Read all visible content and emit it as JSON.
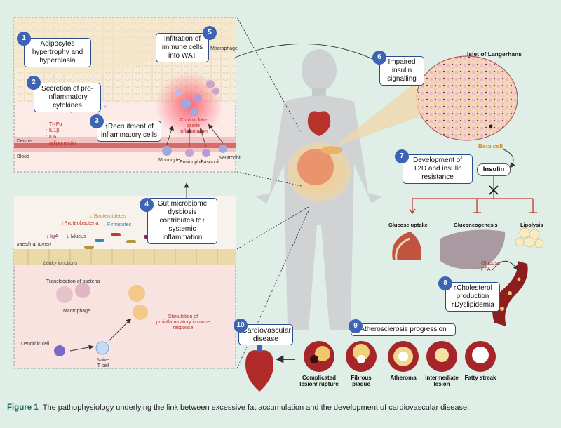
{
  "steps": {
    "s1": {
      "num": "1",
      "text": "Adipocytes hypertrophy and hyperplasia"
    },
    "s2": {
      "num": "2",
      "text": "Secretion of pro-inflammatory cytokines"
    },
    "s3": {
      "num": "3",
      "text": "↑Recruitment of inflammatory cells"
    },
    "s4": {
      "num": "4",
      "text": "Gut microbiome dysbiosis contributes to↑ systemic inflammation"
    },
    "s5": {
      "num": "5",
      "text": "Infitration of immune cells into WAT"
    },
    "s6": {
      "num": "6",
      "text": "Impaired insulin signalling"
    },
    "s7": {
      "num": "7",
      "text": "Development of T2D and insulin resistance"
    },
    "s8": {
      "num": "8",
      "text": "↑Cholesterol production ↑Dyslipidemia"
    },
    "s9": {
      "num": "9",
      "text": "Atherosclerosis progression"
    },
    "s10": {
      "num": "10",
      "text": "Cardiovascular disease"
    }
  },
  "wat_panel": {
    "cytokines": [
      "↑ TNFα",
      "↑ IL1β",
      "↑ IL6",
      "↓ adiponectin"
    ],
    "dermis": "Dermis",
    "blood": "Blood",
    "macrophage": "Macrophage",
    "inflammation": "Chronic low-grade inflammation",
    "monocyte": "Monocyte",
    "eosinophil": "Eosinophil",
    "basophil": "Basophil",
    "neutrophil": "Neutrophil"
  },
  "gut_panel": {
    "bacteroidetes": "↓ Bacteroidetes",
    "proteobacteria": "↑Proteobacteria",
    "firmicutes": "↓ Firmicutes",
    "iga": "↓ IgA",
    "mucus": "↓ Mucus",
    "lumen": "Intestinal lumen",
    "leaky": "Leaky junctions",
    "translocation": "Translocation of bacteria",
    "macrophage": "Macrophage",
    "stimulation": "Stimulation of proinflammatory immune response",
    "dendritic": "Dendritic cell",
    "naive": "Naive T cell"
  },
  "pancreas": {
    "islet": "Islet of Langerhans",
    "beta_cell": "Beta cell",
    "insulin": "Insulin",
    "glucose_uptake": "Glucose uptake",
    "gluconeogenesis": "Gluconeogenesis",
    "lipolysis": "Lipolysis",
    "liver_effects": [
      "↑ Glucose",
      "↑ FFA"
    ]
  },
  "athero": {
    "stages": [
      "Complicated lesion/ rupture",
      "Fibrous plaque",
      "Atheroma",
      "Intermediate lesion",
      "Fatty streak"
    ]
  },
  "caption": {
    "label": "Figure 1",
    "text": "The pathophysiology underlying the link between excessive fat accumulation and the development of cardiovascular disease."
  },
  "colors": {
    "accent": "#3d64b4",
    "caption_label": "#1f6e5c",
    "background": "#dfeee6"
  }
}
